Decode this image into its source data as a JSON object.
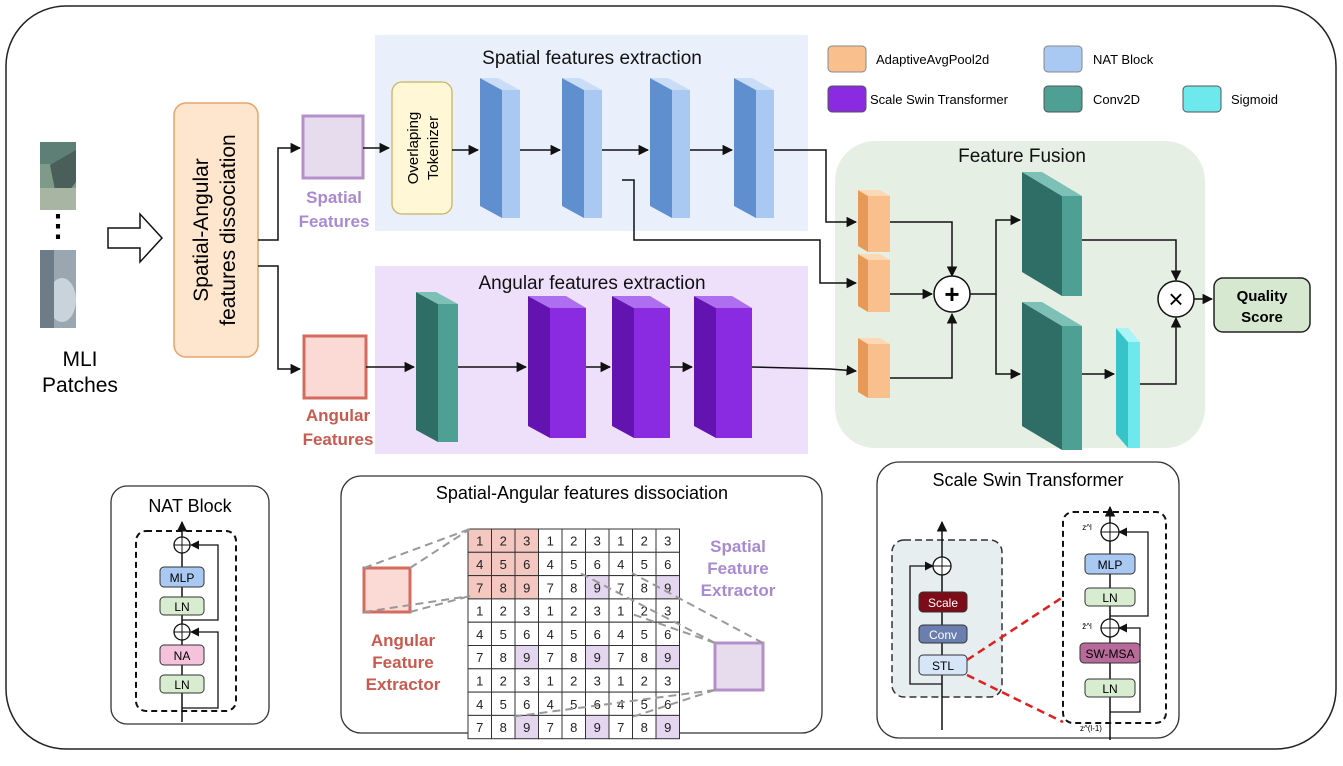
{
  "legend": [
    {
      "label": "AdaptiveAvgPool2d",
      "color": "#f9c08e"
    },
    {
      "label": "NAT Block",
      "color": "#a9c9f2"
    },
    {
      "label": "Scale Swin Transformer",
      "color": "#8a2be2"
    },
    {
      "label": "Conv2D",
      "color": "#4e9f94"
    },
    {
      "label": "Sigmoid",
      "color": "#6de8ec"
    }
  ],
  "input": {
    "ellipsis": "⋮",
    "label_line1": "MLI",
    "label_line2": "Patches"
  },
  "dissociation": {
    "line1": "Spatial-Angular",
    "line2": "features dissociation"
  },
  "spatial": {
    "region_title": "Spatial features extraction",
    "features_line1": "Spatial",
    "features_line2": "Features",
    "tokenizer_line1": "Overlaping",
    "tokenizer_line2": "Tokenizer"
  },
  "angular": {
    "region_title": "Angular features extraction",
    "features_line1": "Angular",
    "features_line2": "Features"
  },
  "fusion": {
    "title": "Feature Fusion",
    "plus": "+",
    "times": "×",
    "output_line1": "Quality",
    "output_line2": "Score"
  },
  "nat_panel": {
    "title": "NAT Block",
    "blocks": [
      "MLP",
      "LN",
      "NA",
      "LN"
    ]
  },
  "sad_panel": {
    "title": "Spatial-Angular features dissociation",
    "angular_label": [
      "Angular",
      "Feature",
      "Extractor"
    ],
    "spatial_label": [
      "Spatial",
      "Feature",
      "Extractor"
    ],
    "grid_row_patterns": [
      [
        "1",
        "2",
        "3"
      ],
      [
        "4",
        "5",
        "6"
      ],
      [
        "7",
        "8",
        "9"
      ]
    ]
  },
  "sst_panel": {
    "title": "Scale Swin Transformer",
    "left_blocks": [
      "Scale",
      "Conv",
      "STL"
    ],
    "right_blocks": [
      "MLP",
      "LN",
      "SW-MSA",
      "LN"
    ],
    "var_top": "z^l",
    "var_mid": "ẑ^l",
    "var_bottom": "z^(l-1)"
  }
}
